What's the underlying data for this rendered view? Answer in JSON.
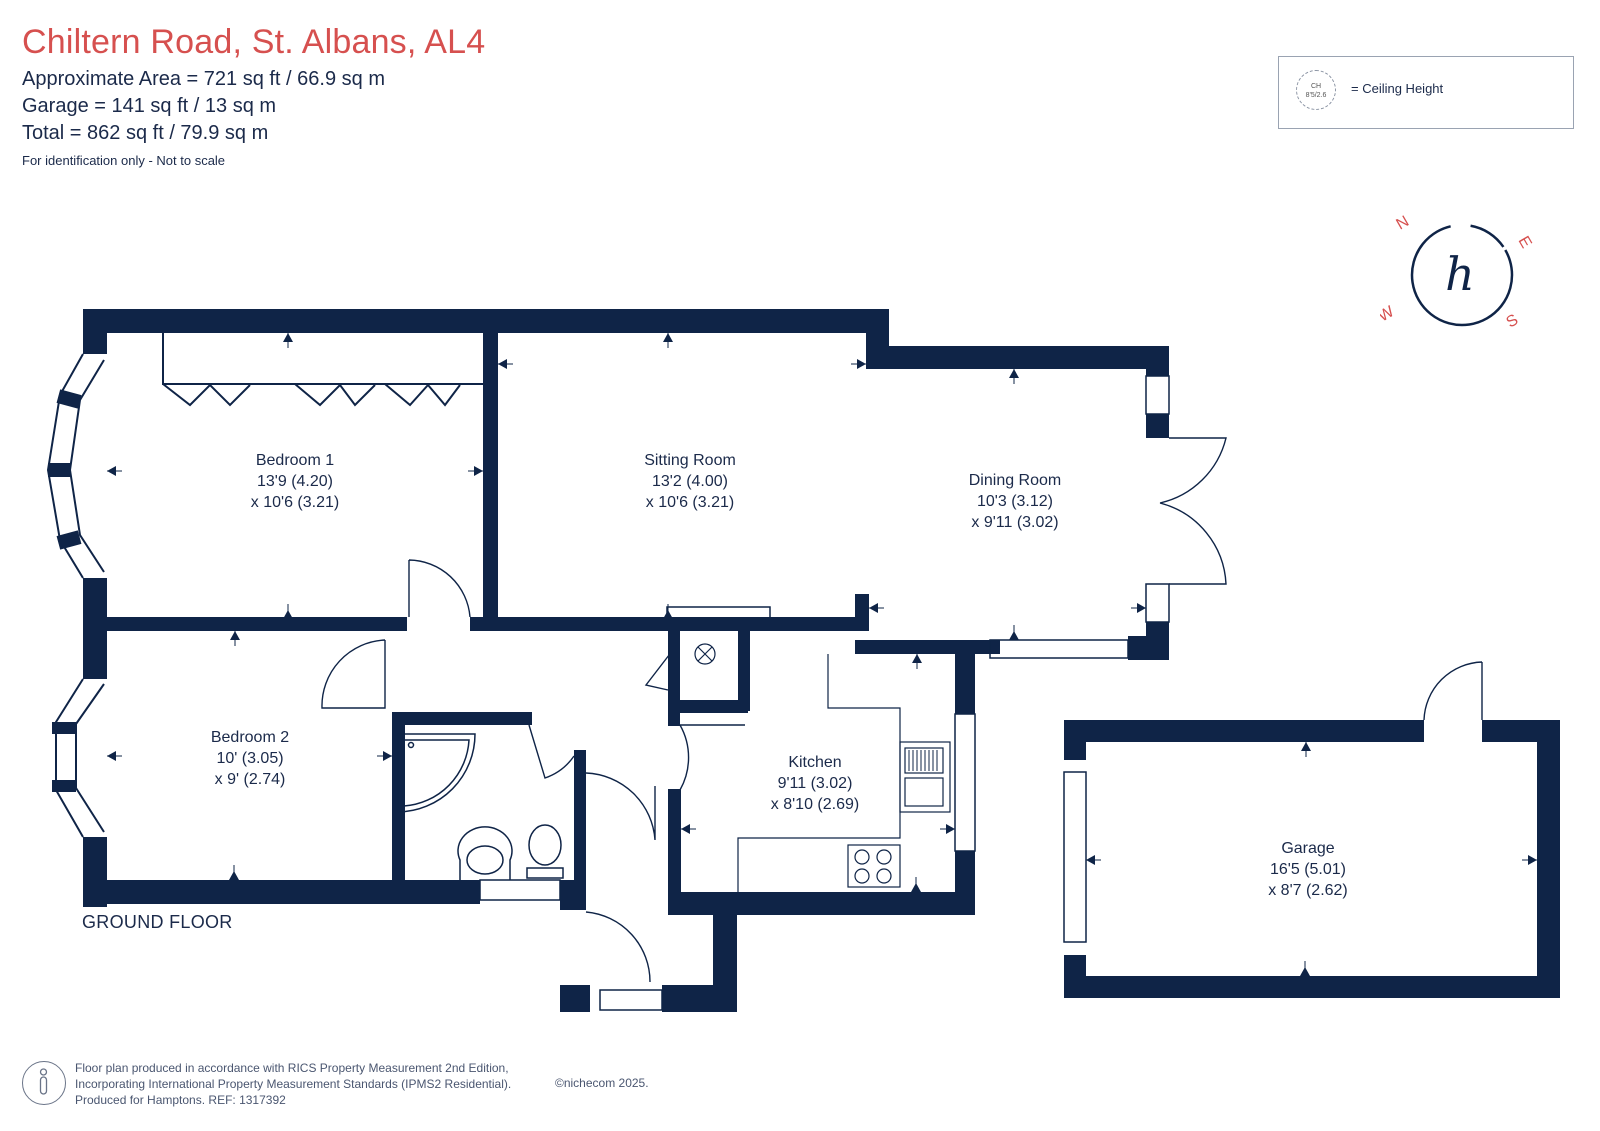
{
  "header": {
    "title": "Chiltern Road, St. Albans, AL4",
    "approx_area": "Approximate Area = 721 sq ft / 66.9 sq m",
    "garage": "Garage = 141 sq ft / 13 sq m",
    "total": "Total = 862 sq ft / 79.9 sq m",
    "note": "For identification only - Not to scale"
  },
  "legend": {
    "symbol_text_1": "CH",
    "symbol_text_2": "8'5/2.6",
    "label": "= Ceiling Height"
  },
  "compass": {
    "n": "N",
    "e": "E",
    "s": "S",
    "w": "W",
    "logo": "h"
  },
  "rooms": {
    "bedroom1": {
      "name": "Bedroom 1",
      "dim1": "13'9 (4.20)",
      "dim2": "x 10'6 (3.21)"
    },
    "sitting": {
      "name": "Sitting Room",
      "dim1": "13'2 (4.00)",
      "dim2": "x 10'6 (3.21)"
    },
    "dining": {
      "name": "Dining Room",
      "dim1": "10'3 (3.12)",
      "dim2": "x 9'11 (3.02)"
    },
    "bedroom2": {
      "name": "Bedroom 2",
      "dim1": "10' (3.05)",
      "dim2": "x 9' (2.74)"
    },
    "kitchen": {
      "name": "Kitchen",
      "dim1": "9'11 (3.02)",
      "dim2": "x 8'10 (2.69)"
    },
    "garage": {
      "name": "Garage",
      "dim1": "16'5 (5.01)",
      "dim2": "x 8'7 (2.62)"
    }
  },
  "floor_label": "GROUND FLOOR",
  "footer": {
    "line1": "Floor plan produced in accordance with RICS Property Measurement 2nd Edition,",
    "line2": "Incorporating International Property Measurement Standards (IPMS2 Residential).",
    "line3": "Produced for Hamptons.   REF: 1317392",
    "copyright": "©nichecom 2025."
  },
  "colors": {
    "wall": "#0f2447",
    "title": "#d6504f",
    "text": "#1b2a4a"
  }
}
